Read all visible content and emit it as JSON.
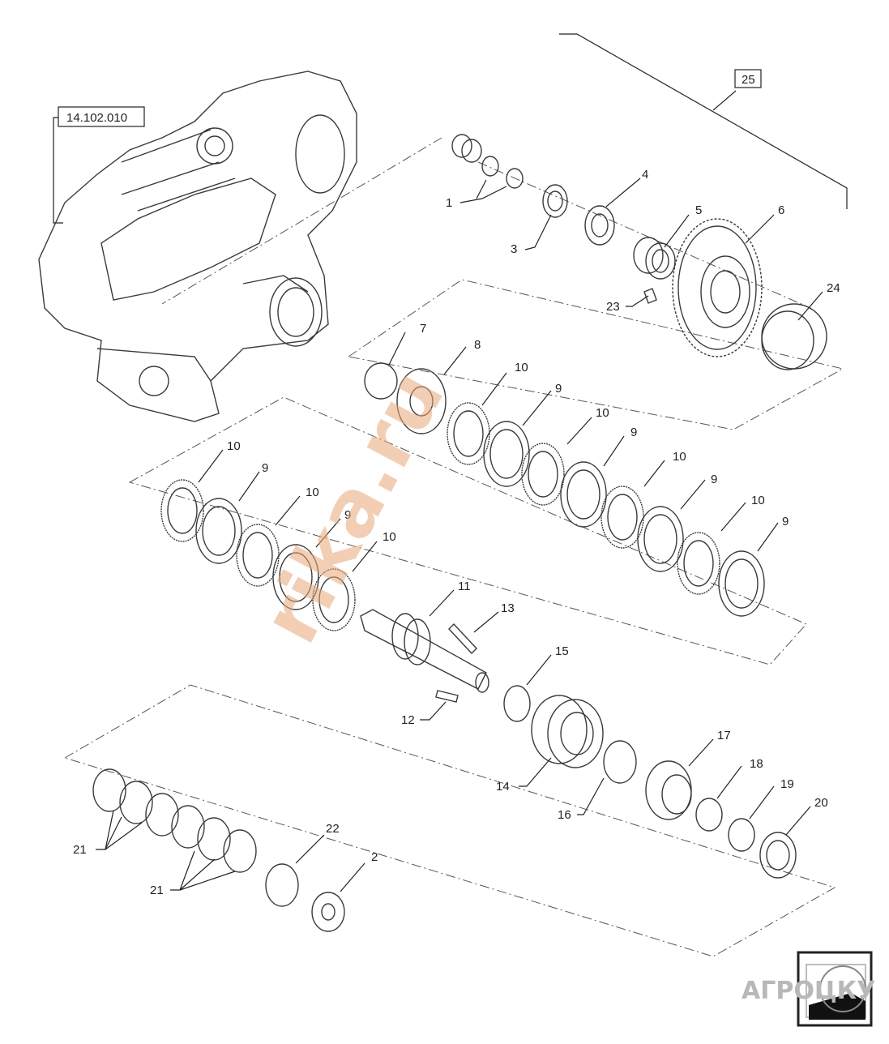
{
  "ref_labels": {
    "housing": "14.102.010",
    "assembly": "25"
  },
  "callouts": {
    "c1": "1",
    "c2": "2",
    "c3": "3",
    "c4": "4",
    "c5": "5",
    "c6": "6",
    "c7": "7",
    "c8": "8",
    "c11": "11",
    "c12": "12",
    "c13": "13",
    "c14": "14",
    "c15": "15",
    "c16": "16",
    "c17": "17",
    "c18": "18",
    "c19": "19",
    "c20": "20",
    "c22": "22",
    "c23": "23",
    "c24": "24",
    "c21": "21",
    "n10": "10",
    "n9": "9"
  },
  "watermark": {
    "text": "rika.ru"
  },
  "logo": {
    "text": "АГРОЦКУ"
  }
}
